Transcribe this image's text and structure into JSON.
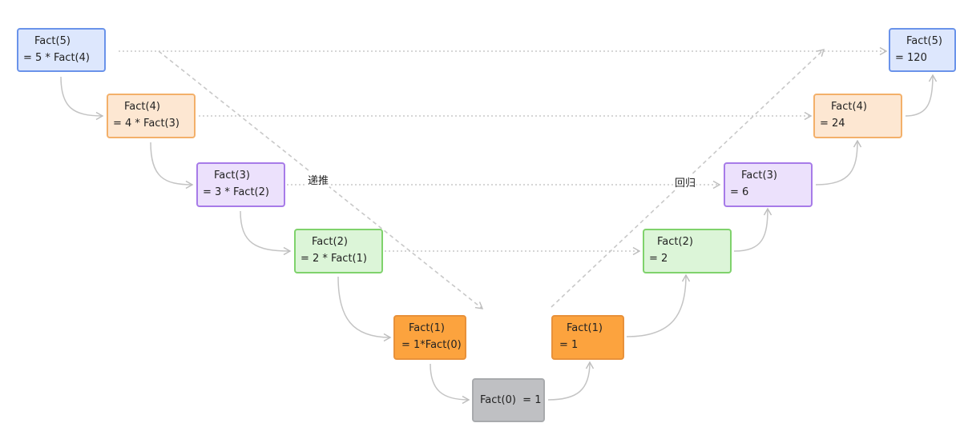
{
  "descent": [
    {
      "line1": "Fact(5)",
      "line2": "= 5 * Fact(4)"
    },
    {
      "line1": "Fact(4)",
      "line2": "= 4 * Fact(3)"
    },
    {
      "line1": "Fact(3)",
      "line2": "= 3 * Fact(2)"
    },
    {
      "line1": "Fact(2)",
      "line2": "= 2 * Fact(1)"
    },
    {
      "line1": "Fact(1)",
      "line2": "= 1*Fact(0)"
    }
  ],
  "base": {
    "label": "Fact(0)  = 1"
  },
  "ascent": [
    {
      "line1": "Fact(1)",
      "line2": "= 1"
    },
    {
      "line1": "Fact(2)",
      "line2": "= 2"
    },
    {
      "line1": "Fact(3)",
      "line2": "= 6"
    },
    {
      "line1": "Fact(4)",
      "line2": "= 24"
    },
    {
      "line1": "Fact(5)",
      "line2": "= 120"
    }
  ],
  "labels": {
    "recursion": "递推",
    "return": "回归"
  },
  "colors": {
    "connector": "#c4c4c4",
    "guide": "#c8c8c8"
  }
}
